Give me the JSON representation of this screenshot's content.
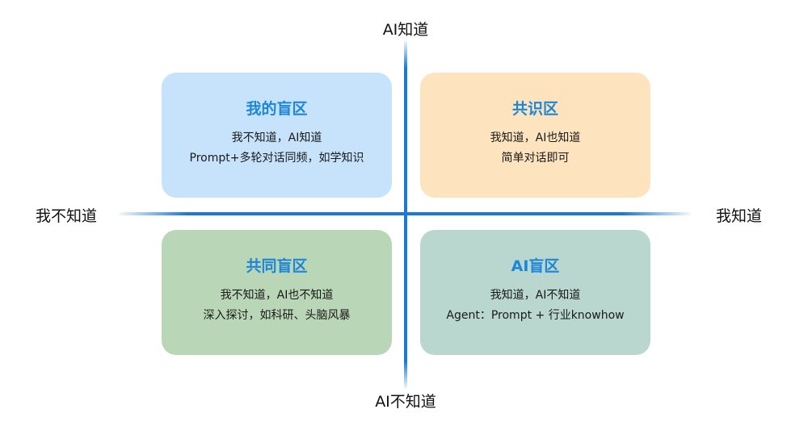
{
  "axes": {
    "top": "AI知道",
    "bottom": "AI不知道",
    "left": "我不知道",
    "right": "我知道",
    "color": "#1c78d0"
  },
  "quadrants": [
    {
      "position": "top-left",
      "title": "我的盲区",
      "lines": [
        "我不知道，AI知道",
        "Prompt+多轮对话同频，如学知识"
      ],
      "bg": "#c6e3fb"
    },
    {
      "position": "top-right",
      "title": "共识区",
      "lines": [
        "我知道，AI也知道",
        "简单对话即可"
      ],
      "bg": "#fde4bf"
    },
    {
      "position": "bottom-left",
      "title": "共同盲区",
      "lines": [
        "我不知道，AI也不知道",
        "深入探讨，如科研、头脑风暴"
      ],
      "bg": "#b9d6b6"
    },
    {
      "position": "bottom-right",
      "title": "AI盲区",
      "lines": [
        "我知道，AI不知道",
        "Agent：Prompt + 行业knowhow"
      ],
      "bg": "#b9d6cf"
    }
  ],
  "title_color": "#1d86d9"
}
